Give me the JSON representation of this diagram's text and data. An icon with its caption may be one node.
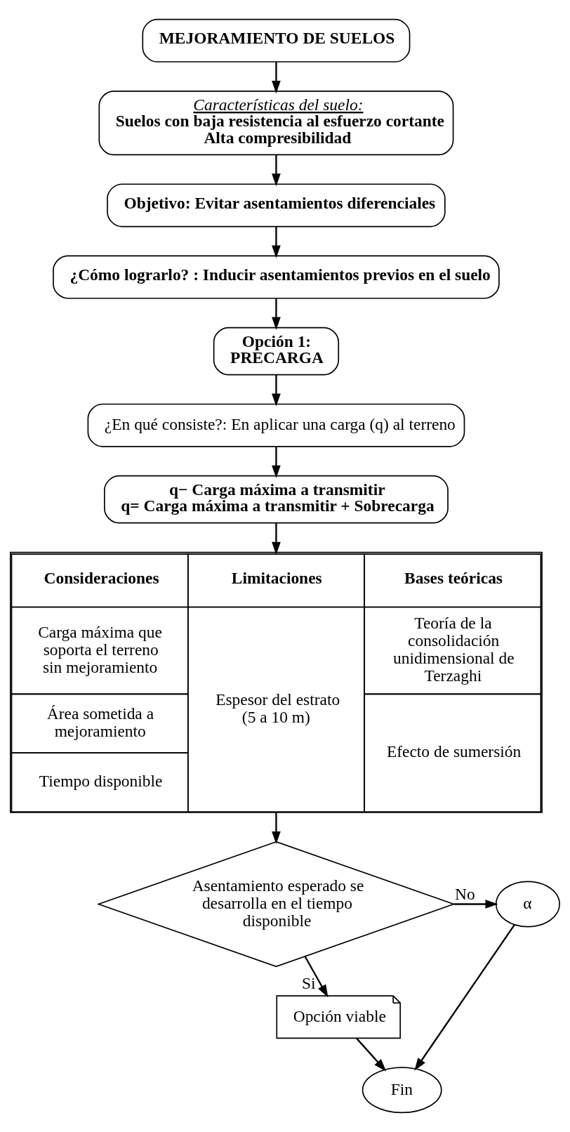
{
  "diagram": {
    "nodes": [
      {
        "text": [
          "MEJORAMIENTO DE SUELOS"
        ]
      },
      {
        "text": [
          "Características del suelo:",
          "Suelos con baja resistencia al esfuerzo cortante",
          "Alta compresibilidad"
        ]
      },
      {
        "text": [
          "Objetivo: Evitar asentamientos diferenciales"
        ]
      },
      {
        "text": [
          "¿Cómo lograrlo? : Inducir asentamientos previos en el suelo"
        ]
      },
      {
        "text": [
          "Opción 1:",
          "PRECARGA"
        ]
      },
      {
        "text": [
          "¿En qué consiste?: En aplicar una carga (q) al terreno"
        ]
      },
      {
        "text": [
          "q− Carga máxima a transmitir",
          "q= Carga máxima a transmitir + Sobrecarga"
        ]
      },
      {
        "text": [
          "Consideraciones",
          "Limitaciones",
          "Bases teóricas",
          "Carga máxima que soporta el terreno sin mejoramiento",
          "Teoría de la consolidación unidimensional de Terzaghi",
          "Espesor del estrato (5 a 10 m)",
          "Área sometida a mejoramiento",
          "Efecto de sumersión",
          "Tiempo disponible"
        ]
      },
      {
        "text": [
          "Asentamiento esperado se desarrolla en el tiempo disponible"
        ]
      },
      {
        "text": [
          "α"
        ]
      },
      {
        "text": [
          "Opción viable"
        ]
      },
      {
        "text": [
          "Fin"
        ]
      }
    ],
    "edges": [
      {
        "from": 0,
        "to": 1,
        "arrow": "to"
      },
      {
        "from": 1,
        "to": 2,
        "arrow": "to"
      },
      {
        "from": 2,
        "to": 3,
        "arrow": "to"
      },
      {
        "from": 3,
        "to": 4,
        "arrow": "to"
      },
      {
        "from": 4,
        "to": 5,
        "arrow": "to"
      },
      {
        "from": 5,
        "to": 6,
        "arrow": "to"
      },
      {
        "from": 6,
        "to": 7,
        "arrow": "to"
      },
      {
        "from": 7,
        "to": 8,
        "arrow": "to"
      },
      {
        "from": 8,
        "to": 9,
        "arrow": "to",
        "label": "No"
      },
      {
        "from": 8,
        "to": 10,
        "arrow": "to",
        "label": "Si"
      },
      {
        "from": 9,
        "to": 11,
        "arrow": "to"
      },
      {
        "from": 10,
        "to": 11,
        "arrow": "to"
      }
    ]
  }
}
